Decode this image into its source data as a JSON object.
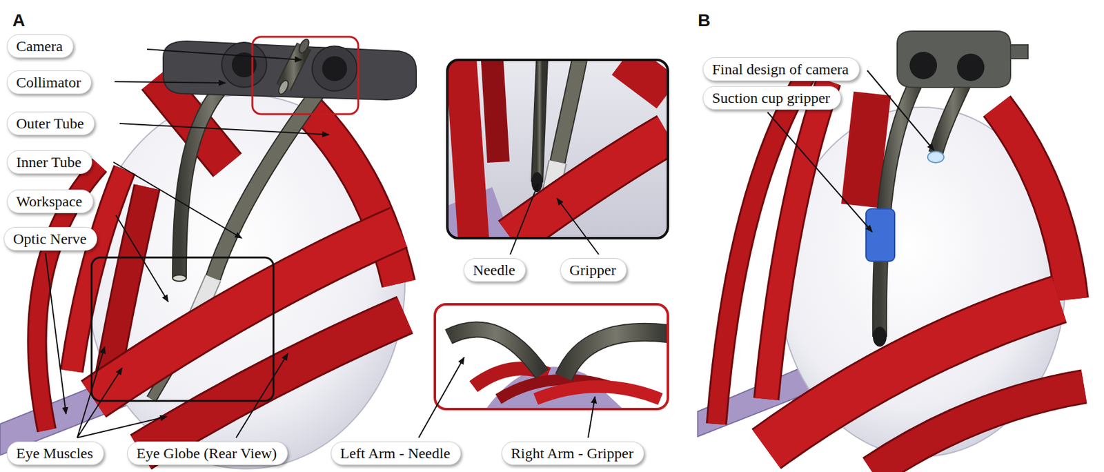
{
  "diagram": {
    "nodes": [
      {
        "text": [
          "Camera"
        ]
      },
      {
        "text": [
          "Collimator"
        ]
      },
      {
        "text": [
          "Outer Tube"
        ]
      },
      {
        "text": [
          "Inner Tube"
        ]
      },
      {
        "text": [
          "Workspace"
        ]
      },
      {
        "text": [
          "Optic Nerve"
        ]
      },
      {
        "text": [
          "Needle"
        ]
      },
      {
        "text": [
          "Gripper"
        ]
      },
      {
        "text": [
          "Eye Muscles"
        ]
      },
      {
        "text": [
          "Eye Globe (Rear View)"
        ]
      },
      {
        "text": [
          "Left Arm - Needle"
        ]
      },
      {
        "text": [
          "Right Arm - Gripper"
        ]
      },
      {
        "text": [
          "Final design of camera"
        ]
      },
      {
        "text": [
          "Suction cup gripper"
        ]
      }
    ],
    "labels": [
      "A",
      "B"
    ]
  }
}
